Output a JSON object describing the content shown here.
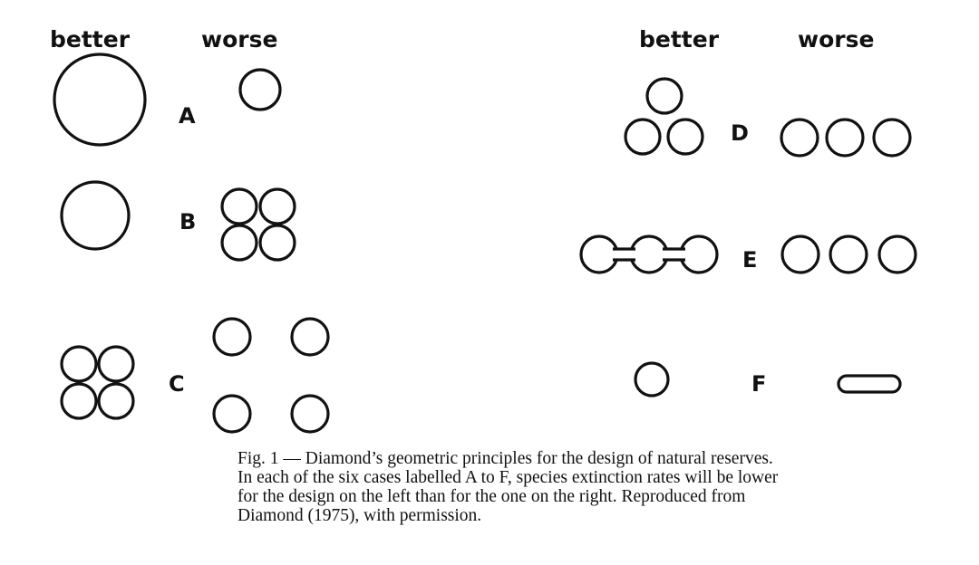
{
  "headers": {
    "left_better": "better",
    "left_worse": "worse",
    "right_better": "better",
    "right_worse": "worse"
  },
  "cases": [
    "A",
    "B",
    "C",
    "D",
    "E",
    "F"
  ],
  "caption": [
    "Fig. 1 — Diamond’s geometric principles for the design of natural reserves.",
    "In each of the six cases labelled A to F, species extinction rates will be lower",
    "for the design on the left than for the one on the right. Reproduced from",
    "Diamond (1975), with permission."
  ]
}
